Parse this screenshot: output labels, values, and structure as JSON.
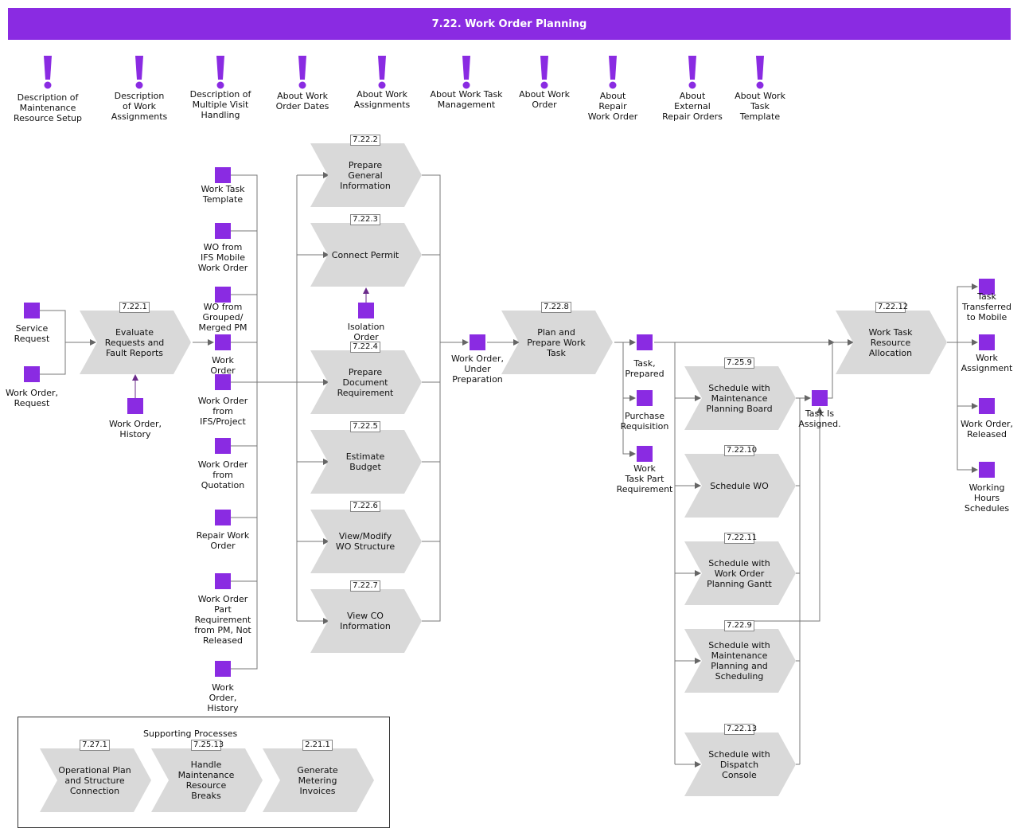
{
  "title": "7.22. Work Order Planning",
  "colors": {
    "accent": "#8a2be2",
    "process": "#d9d9d9",
    "connector": "#777777"
  },
  "info_items": [
    {
      "label": "Description of\nMaintenance\nResource Setup"
    },
    {
      "label": "Description\nof Work\nAssignments"
    },
    {
      "label": "Description of\nMultiple Visit\nHandling"
    },
    {
      "label": "About Work\nOrder Dates"
    },
    {
      "label": "About Work\nAssignments"
    },
    {
      "label": "About Work Task\nManagement"
    },
    {
      "label": "About Work\nOrder"
    },
    {
      "label": "About\nRepair\nWork Order"
    },
    {
      "label": "About\nExternal\nRepair Orders"
    },
    {
      "label": "About Work\nTask\nTemplate"
    }
  ],
  "processes": [
    {
      "id": "7.22.1",
      "label": "Evaluate\nRequests and\nFault Reports"
    },
    {
      "id": "7.22.2",
      "label": "Prepare\nGeneral\nInformation"
    },
    {
      "id": "7.22.3",
      "label": "Connect Permit"
    },
    {
      "id": "7.22.4",
      "label": "Prepare\nDocument\nRequirement"
    },
    {
      "id": "7.22.5",
      "label": "Estimate\nBudget"
    },
    {
      "id": "7.22.6",
      "label": "View/Modify\nWO Structure"
    },
    {
      "id": "7.22.7",
      "label": "View CO\nInformation"
    },
    {
      "id": "7.22.8",
      "label": "Plan and\nPrepare Work\nTask"
    },
    {
      "id": "7.25.9",
      "label": "Schedule with\nMaintenance\nPlanning Board"
    },
    {
      "id": "7.22.10",
      "label": "Schedule WO"
    },
    {
      "id": "7.22.11",
      "label": "Schedule with\nWork Order\nPlanning Gantt"
    },
    {
      "id": "7.22.9",
      "label": "Schedule with\nMaintenance\nPlanning and\nScheduling"
    },
    {
      "id": "7.22.13",
      "label": "Schedule with\nDispatch\nConsole"
    },
    {
      "id": "7.22.12",
      "label": "Work Task\nResource\nAllocation"
    }
  ],
  "events": [
    {
      "label": "Service\nRequest"
    },
    {
      "label": "Work Order,\nRequest"
    },
    {
      "label": "Work Order,\nHistory"
    },
    {
      "label": "Work Task\nTemplate"
    },
    {
      "label": "WO from\nIFS Mobile\nWork Order"
    },
    {
      "label": "WO from\nGrouped/\nMerged PM"
    },
    {
      "label": "Work\nOrder"
    },
    {
      "label": "Work Order\nfrom\nIFS/Project"
    },
    {
      "label": "Work Order\nfrom\nQuotation"
    },
    {
      "label": "Repair Work\nOrder"
    },
    {
      "label": "Work Order\nPart\nRequirement\nfrom PM, Not\nReleased"
    },
    {
      "label": "Work\nOrder,\nHistory"
    },
    {
      "label": "Isolation\nOrder"
    },
    {
      "label": "Work Order,\nUnder\nPreparation"
    },
    {
      "label": "Task,\nPrepared"
    },
    {
      "label": "Purchase\nRequisition"
    },
    {
      "label": "Work\nTask Part\nRequirement"
    },
    {
      "label": "Task Is\nAssigned."
    },
    {
      "label": "Task\nTransferred\nto Mobile"
    },
    {
      "label": "Work\nAssignment"
    },
    {
      "label": "Work Order,\nReleased"
    },
    {
      "label": "Working\nHours\nSchedules"
    }
  ],
  "supporting": {
    "title": "Supporting Processes",
    "processes": [
      {
        "id": "7.27.1",
        "label": "Operational Plan\nand Structure\nConnection"
      },
      {
        "id": "7.25.13",
        "label": "Handle\nMaintenance\nResource\nBreaks"
      },
      {
        "id": "2.21.1",
        "label": "Generate\nMetering\nInvoices"
      }
    ]
  }
}
